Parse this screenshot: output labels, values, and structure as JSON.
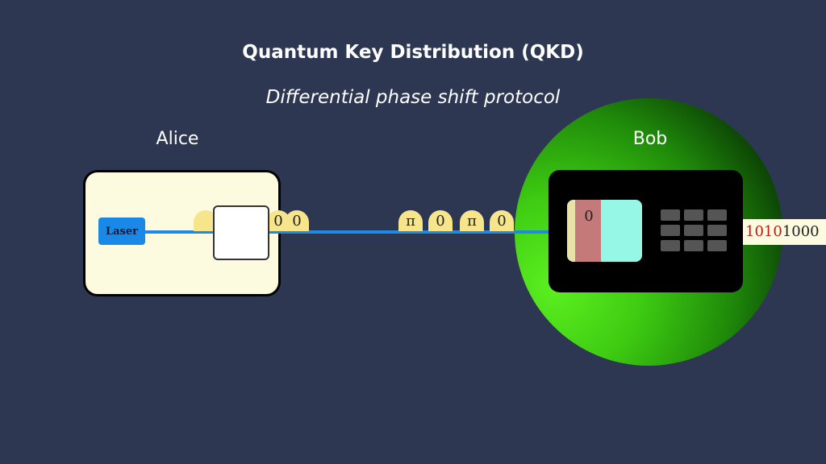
{
  "header": {
    "title": "Quantum Key Distribution (QKD)",
    "subtitle": "Differential phase shift protocol"
  },
  "alice": {
    "label": "Alice",
    "laser_label": "Laser",
    "pulse_near_modulator": "0"
  },
  "channel": {
    "pulses": [
      "π",
      "0",
      "π",
      "0"
    ]
  },
  "bob": {
    "label": "Bob",
    "detector_phase": "0",
    "key_bits_highlight": "1010",
    "key_bits_rest": "1000"
  },
  "colors": {
    "background": "#2e3752",
    "beam": "#1c8ae6",
    "pulse": "#f6e58b",
    "bob_glow": "#3ecb12",
    "key_highlight": "#c41616"
  }
}
